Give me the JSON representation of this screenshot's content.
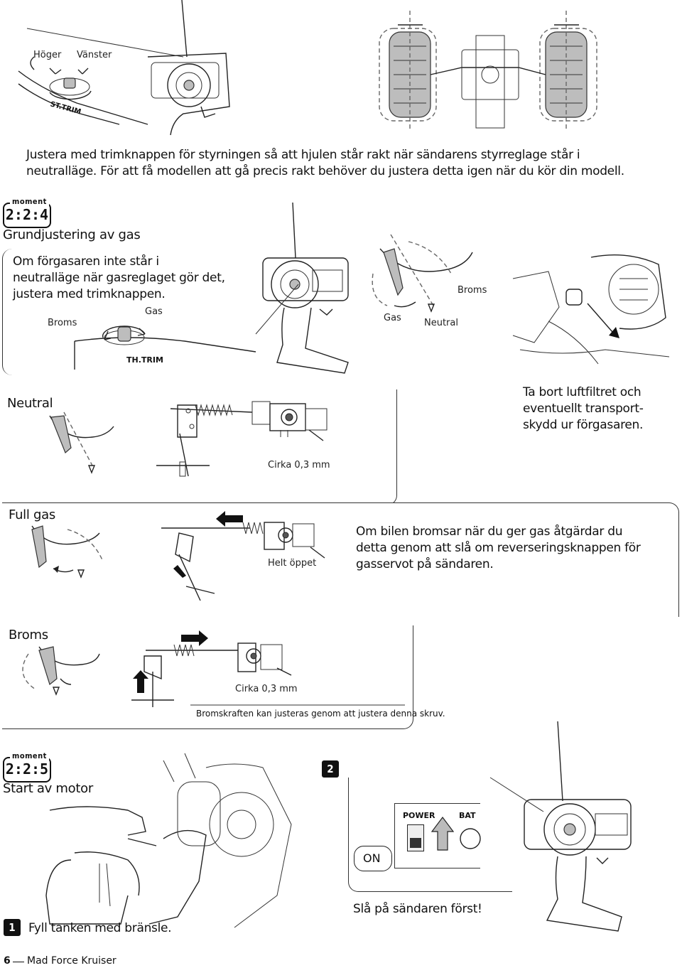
{
  "top": {
    "labels": {
      "right": "Höger",
      "left": "Vänster",
      "st_trim": "ST.TRIM"
    },
    "paragraph": "Justera med trimknappen för styrningen så att hjulen står rakt när sändarens styrreglage står i neutralläge. För att få modellen att gå precis rakt behöver du justera detta igen när du kör din modell."
  },
  "section_224": {
    "badge_caption": "moment",
    "badge_number": "2:2:4",
    "heading": "Grundjustering av gas",
    "box_text": "Om förgasaren inte står i neutralläge när gasreglaget gör det, justera med trimknappen.",
    "dial_labels": {
      "brake": "Broms",
      "gas": "Gas",
      "th_trim": "TH.TRIM"
    },
    "trigger_labels": {
      "gas": "Gas",
      "neutral": "Neutral",
      "brake": "Broms"
    },
    "airfilter_text": "Ta bort luftfiltret och eventuellt transport-skydd ur förgasaren.",
    "neutral": {
      "title": "Neutral",
      "measure": "Cirka 0,3 mm"
    },
    "full_gas": {
      "title": "Full gas",
      "carb_label": "Helt öppet",
      "text": "Om bilen bromsar när du ger gas åtgärdar du detta genom att slå om reverseringsknappen för gasservot på sändaren."
    },
    "brake": {
      "title": "Broms",
      "measure": "Cirka 0,3 mm",
      "note": "Bromskraften kan justeras genom att justera denna skruv."
    }
  },
  "section_225": {
    "badge_caption": "moment",
    "badge_number": "2:2:5",
    "heading": "Start av motor",
    "step1_number": "1",
    "step1_text": "Fyll tanken med bränsle.",
    "step2_number": "2",
    "power_label": "POWER",
    "bat_label": "BAT",
    "on_label": "ON",
    "step2_text": "Slå på sändaren först!"
  },
  "footer": {
    "page_number": "6",
    "title": "Mad Force Kruiser"
  }
}
